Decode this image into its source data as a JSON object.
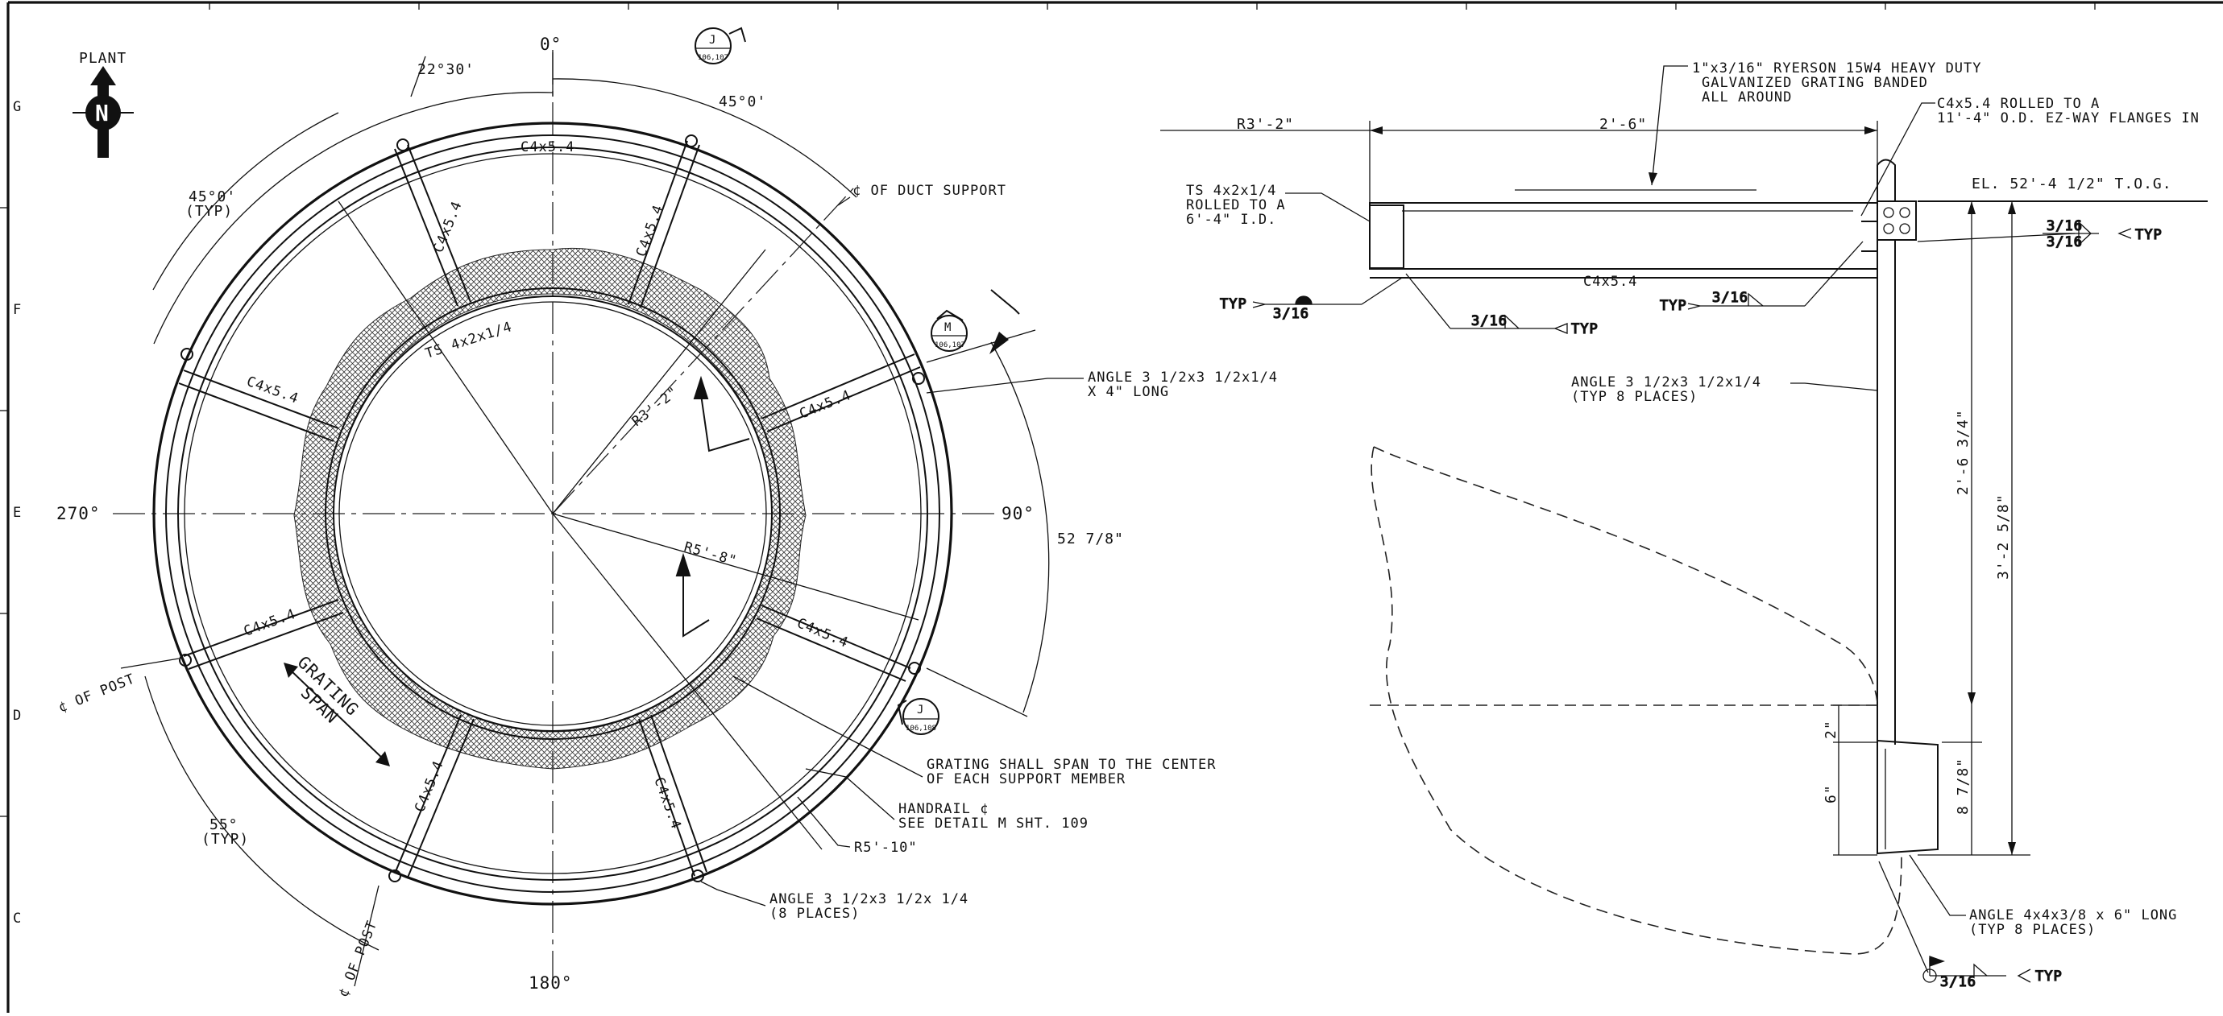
{
  "grid": {
    "row_labels": [
      "G",
      "F",
      "E",
      "D",
      "C"
    ]
  },
  "north_arrow": {
    "label": "PLANT",
    "letter": "N"
  },
  "angles": {
    "deg_0": "0°",
    "deg_90": "90°",
    "deg_180": "180°",
    "deg_270": "270°",
    "a_22_30": "22°30'",
    "a_45_top": "45°0'",
    "a_45_typ_1": "45°0'",
    "a_45_typ_2": "(TYP)",
    "a_55_1": "55°",
    "a_55_2": "(TYP)",
    "a_52": "52 7/8\""
  },
  "plan": {
    "c_top": "C4x5.4",
    "c_nnw": "C4x5.4",
    "c_nne": "C4x5.4",
    "c_wnw": "C4x5.4",
    "c_ene": "C4x5.4",
    "c_wsw": "C4x5.4",
    "c_ese": "C4x5.4",
    "c_ssw": "C4x5.4",
    "c_sse": "C4x5.4",
    "ts_label": "TS 4x2x1/4",
    "r_inner": "R3'-2\"",
    "r_mid": "R5'-8\"",
    "cl_duct": "¢ OF DUCT SUPPORT",
    "angle_note_1": "ANGLE 3 1/2x3 1/2x1/4",
    "angle_note_2": "X 4\" LONG",
    "grating_span_1": "GRATING",
    "grating_span_2": "SPAN",
    "cl_post_1": "¢ OF POST",
    "cl_post_2": "¢ OF POST",
    "grating_note_1": "GRATING SHALL SPAN TO THE CENTER",
    "grating_note_2": "OF EACH SUPPORT MEMBER",
    "handrail_1": "HANDRAIL ¢",
    "handrail_2": "SEE DETAIL M SHT. 109",
    "r_outer": "R5'-10\"",
    "angle_bottom_1": "ANGLE 3 1/2x3 1/2x 1/4",
    "angle_bottom_2": "(8 PLACES)"
  },
  "detail_bubbles": {
    "j_top": "J",
    "j_top_sheet": "106,107",
    "m": "M",
    "m_sheet": "106,107",
    "j_low": "J",
    "j_low_sheet": "106,108"
  },
  "section": {
    "grating_1": "1\"x3/16\" RYERSON 15W4 HEAVY DUTY",
    "grating_2": "GALVANIZED GRATING BANDED",
    "grating_3": "ALL AROUND",
    "c_rolled_1": "C4x5.4 ROLLED TO A",
    "c_rolled_2": "11'-4\" O.D. EZ-WAY FLANGES IN",
    "r_dim": "R3'-2\"",
    "span_dim": "2'-6\"",
    "el": "EL. 52'-4 1/2\" T.O.G.",
    "ts_1": "TS 4x2x1/4",
    "ts_2": "ROLLED TO A",
    "ts_3": "6'-4\" I.D.",
    "c_label": "C4x5.4",
    "weld_a_typ": "TYP",
    "weld_a_size": "3/16",
    "weld_b_size": "3/16",
    "weld_b_typ": "TYP",
    "weld_c_typ": "TYP",
    "weld_c_size": "3/16",
    "weld_d_1": "3/16",
    "weld_d_2": "3/16",
    "weld_d_typ": "TYP",
    "angle_1": "ANGLE 3 1/2x3 1/2x1/4",
    "angle_2": "(TYP 8 PLACES)",
    "dim_2_6": "2'-6 3/4\"",
    "dim_3_2": "3'-2 5/8\"",
    "dim_8": "8 7/8\"",
    "dim_2": "2\"",
    "dim_6": "6\"",
    "angle_low_1": "ANGLE 4x4x3/8 x 6\" LONG",
    "angle_low_2": "(TYP 8 PLACES)",
    "weld_e_size": "3/16",
    "weld_e_typ": "TYP"
  }
}
